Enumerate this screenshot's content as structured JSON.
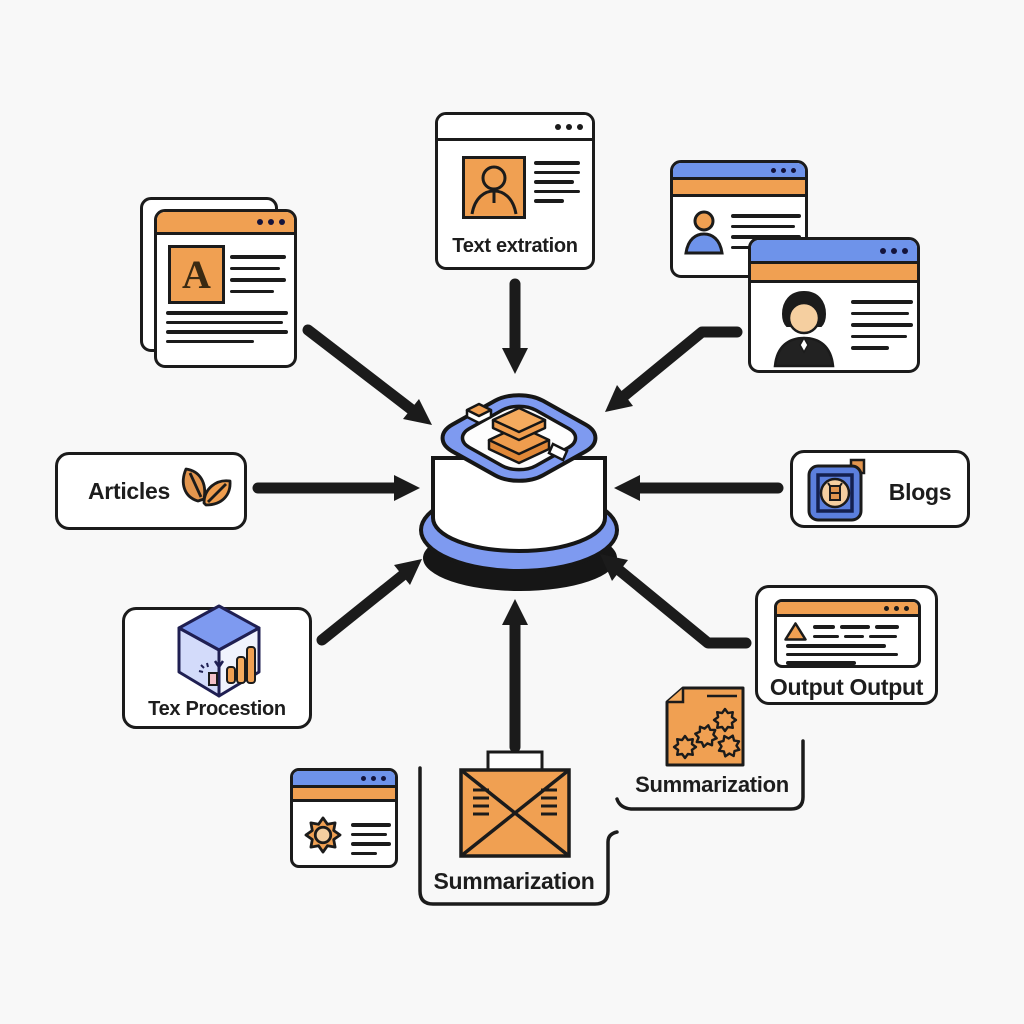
{
  "canvas": {
    "background": "#f8f8f8"
  },
  "colors": {
    "outline": "#1b1b1b",
    "orange": "#f0a052",
    "orange_deep": "#e2954e",
    "blue": "#6e93ea",
    "blue_dark": "#5b7fdd",
    "hub_blue": "#7e9af0",
    "tan": "#f5cfa0",
    "base_black": "#161616"
  },
  "nodes": {
    "article_window": {
      "letter": "A"
    },
    "text_extraction_window": {
      "label": "Text extration"
    },
    "articles_box": {
      "label": "Articles"
    },
    "blogs_box": {
      "label": "Blogs"
    },
    "text_procession_box": {
      "label": "Tex Procestion"
    },
    "output_box": {
      "label": "Output Output"
    },
    "summarization_envelope": {
      "label": "Summarization"
    },
    "summarization_gears": {
      "label": "Summarization"
    }
  },
  "arrows": [
    {
      "from": "article-window",
      "to": "hub"
    },
    {
      "from": "text-extraction-window",
      "to": "hub"
    },
    {
      "from": "profile-windows",
      "to": "hub"
    },
    {
      "from": "articles-box",
      "to": "hub"
    },
    {
      "from": "blogs-box",
      "to": "hub"
    },
    {
      "from": "text-procession-box",
      "to": "hub"
    },
    {
      "from": "summarization-envelope",
      "to": "hub"
    },
    {
      "from": "output-box",
      "to": "hub"
    }
  ]
}
